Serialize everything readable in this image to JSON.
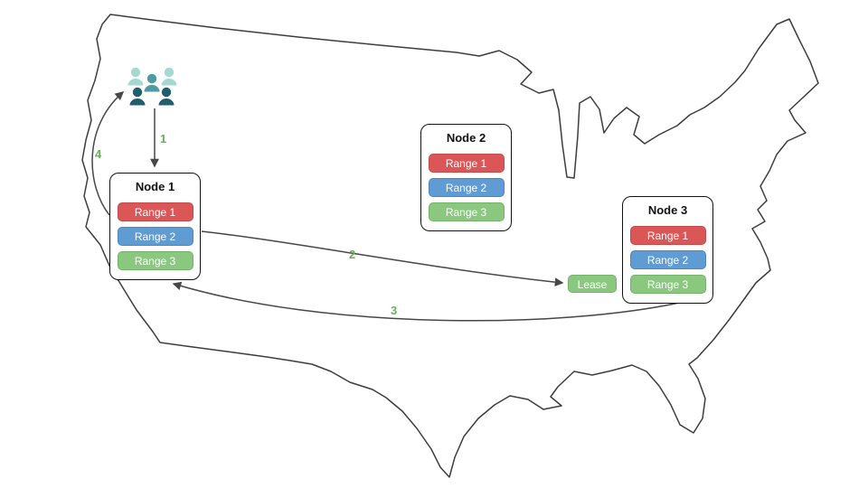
{
  "diagram": {
    "nodes": [
      {
        "title": "Node 1",
        "ranges": [
          "Range 1",
          "Range 2",
          "Range 3"
        ]
      },
      {
        "title": "Node 2",
        "ranges": [
          "Range 1",
          "Range 2",
          "Range 3"
        ]
      },
      {
        "title": "Node 3",
        "ranges": [
          "Range 1",
          "Range 2",
          "Range 3"
        ]
      }
    ],
    "lease_label": "Lease",
    "steps": [
      {
        "number": "1"
      },
      {
        "number": "2"
      },
      {
        "number": "3"
      },
      {
        "number": "4"
      }
    ],
    "icons": {
      "users": "users-icon",
      "map": "us-map-outline"
    }
  },
  "colors": {
    "range-red": "#db5757",
    "range-red-border": "#c24a4a",
    "range-blue": "#5e9cd3",
    "range-blue-border": "#4b86bd",
    "range-green": "#8bc87f",
    "range-green-border": "#74b26a",
    "step-green": "#6aae5e",
    "arrow": "#474747",
    "map-outline": "#3d3d3d",
    "people-light": "#a6d8d3",
    "people-medium": "#4f99a3",
    "people-dark": "#1f5e6d"
  }
}
